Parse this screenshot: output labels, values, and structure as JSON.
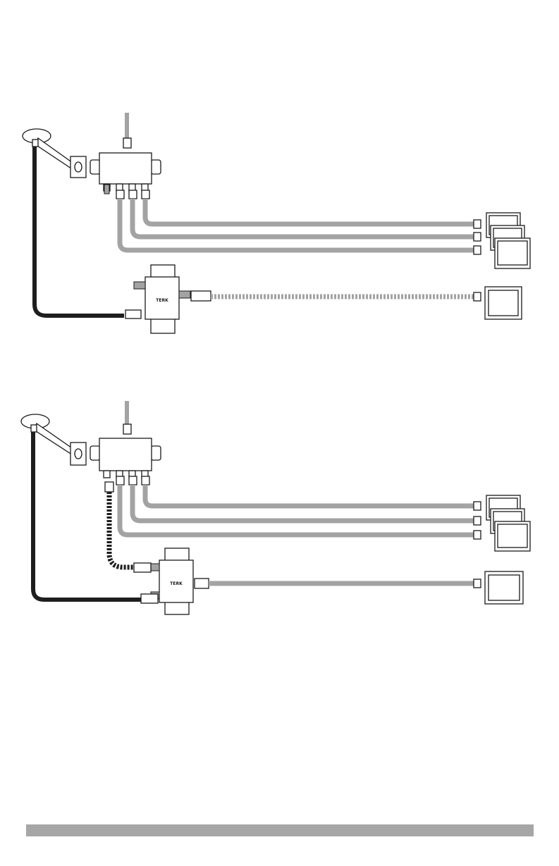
{
  "page": {
    "background": "#ffffff"
  },
  "colors": {
    "cable_gray": "#a3a3a3",
    "cable_black": "#1e1e1e",
    "outline": "#1a1a1a",
    "device_fill": "#ffffff",
    "footer_bar": "#a6a6a6"
  },
  "labels": {
    "splitter_logo": "TERK"
  },
  "diagrams": [
    {
      "name": "installation-option-1",
      "antenna": "satellite-dish-icon",
      "multiswitch": {
        "outputs": 4
      },
      "tv_group_count": 3,
      "extra_tv_link": "dashed-coax",
      "dish_link": "black-coax"
    },
    {
      "name": "installation-option-2",
      "antenna": "satellite-dish-icon",
      "multiswitch": {
        "outputs": 4
      },
      "tv_group_count": 3,
      "extra_tv_link": "solid-coax",
      "multiswitch_to_splitter_link": "dashed-coax",
      "dish_link": "black-coax"
    }
  ]
}
